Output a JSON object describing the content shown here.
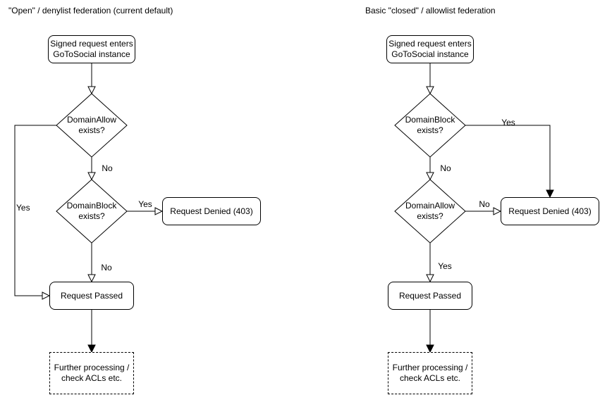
{
  "colors": {
    "stroke": "#000000",
    "node_fill": "#ffffff",
    "background": "#ffffff",
    "text": "#000000"
  },
  "left": {
    "title": "\"Open\" / denylist federation (current default)",
    "start": {
      "line1": "Signed request enters",
      "line2": "GoToSocial instance"
    },
    "decision1": {
      "line1": "DomainAllow",
      "line2": "exists?"
    },
    "decision2": {
      "line1": "DomainBlock",
      "line2": "exists?"
    },
    "denied": "Request Denied (403)",
    "passed": "Request Passed",
    "further": {
      "line1": "Further processing /",
      "line2": "check ACLs etc."
    },
    "edge_labels": {
      "decision1_no": "No",
      "decision1_yes": "Yes",
      "decision2_yes": "Yes",
      "decision2_no": "No"
    }
  },
  "right": {
    "title": "Basic \"closed\" / allowlist federation",
    "start": {
      "line1": "Signed request enters",
      "line2": "GoToSocial instance"
    },
    "decision1": {
      "line1": "DomainBlock",
      "line2": "exists?"
    },
    "decision2": {
      "line1": "DomainAllow",
      "line2": "exists?"
    },
    "denied": "Request Denied (403)",
    "passed": "Request Passed",
    "further": {
      "line1": "Further processing /",
      "line2": "check ACLs etc."
    },
    "edge_labels": {
      "decision1_yes": "Yes",
      "decision1_no": "No",
      "decision2_no": "No",
      "decision2_yes": "Yes"
    }
  }
}
